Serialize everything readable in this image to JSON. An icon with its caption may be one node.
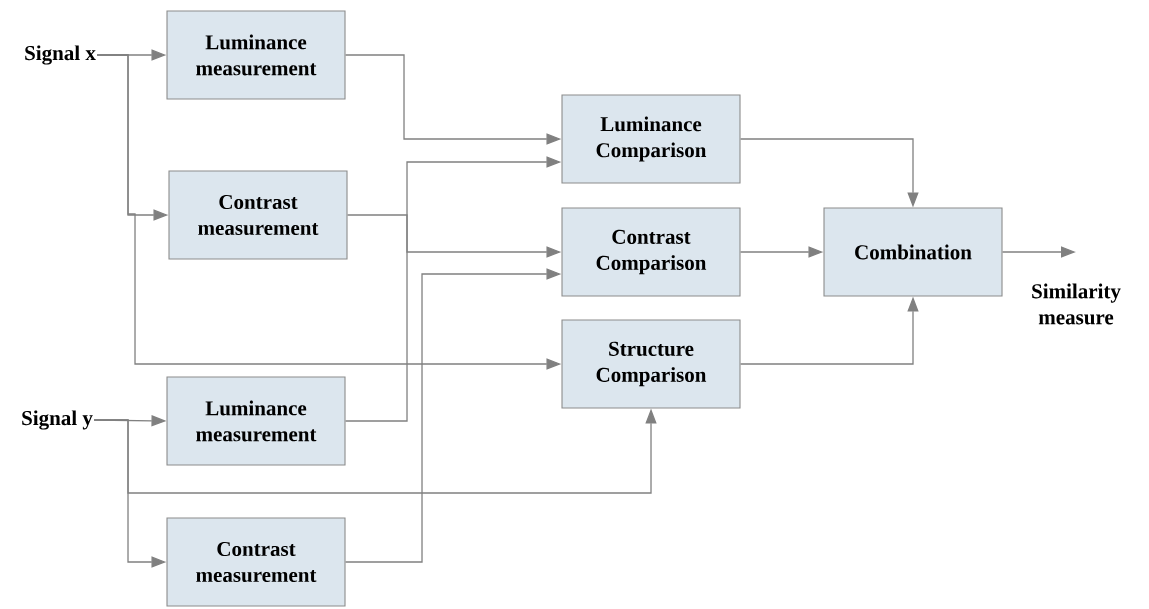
{
  "diagram": {
    "nodes": [
      {
        "text": [
          "Signal x"
        ]
      },
      {
        "text": [
          "Luminance measurement"
        ]
      },
      {
        "text": [
          "Contrast measurement"
        ]
      },
      {
        "text": [
          "Luminance Comparison"
        ]
      },
      {
        "text": [
          "Contrast Comparison"
        ]
      },
      {
        "text": [
          "Structure Comparison"
        ]
      },
      {
        "text": [
          "Combination"
        ]
      },
      {
        "text": [
          "Similarity measure"
        ]
      },
      {
        "text": [
          "Signal y"
        ]
      },
      {
        "text": [
          "Luminance measurement"
        ]
      },
      {
        "text": [
          "Contrast measurement"
        ]
      }
    ],
    "edges": [
      {
        "from": 0,
        "to": 1,
        "arrow": "to"
      },
      {
        "from": 0,
        "to": 2,
        "arrow": "to"
      },
      {
        "from": 0,
        "to": 5,
        "arrow": "to"
      },
      {
        "from": 1,
        "to": 3,
        "arrow": "to"
      },
      {
        "from": 2,
        "to": 4,
        "arrow": "to"
      },
      {
        "from": 9,
        "to": 3,
        "arrow": "to"
      },
      {
        "from": 10,
        "to": 4,
        "arrow": "to"
      },
      {
        "from": 8,
        "to": 9,
        "arrow": "to"
      },
      {
        "from": 8,
        "to": 5,
        "arrow": "to"
      },
      {
        "from": 8,
        "to": 10,
        "arrow": "to"
      },
      {
        "from": 3,
        "to": 6,
        "arrow": "to"
      },
      {
        "from": 4,
        "to": 6,
        "arrow": "to"
      },
      {
        "from": 5,
        "to": 6,
        "arrow": "to"
      },
      {
        "from": 6,
        "to": 7,
        "arrow": "to"
      }
    ]
  }
}
